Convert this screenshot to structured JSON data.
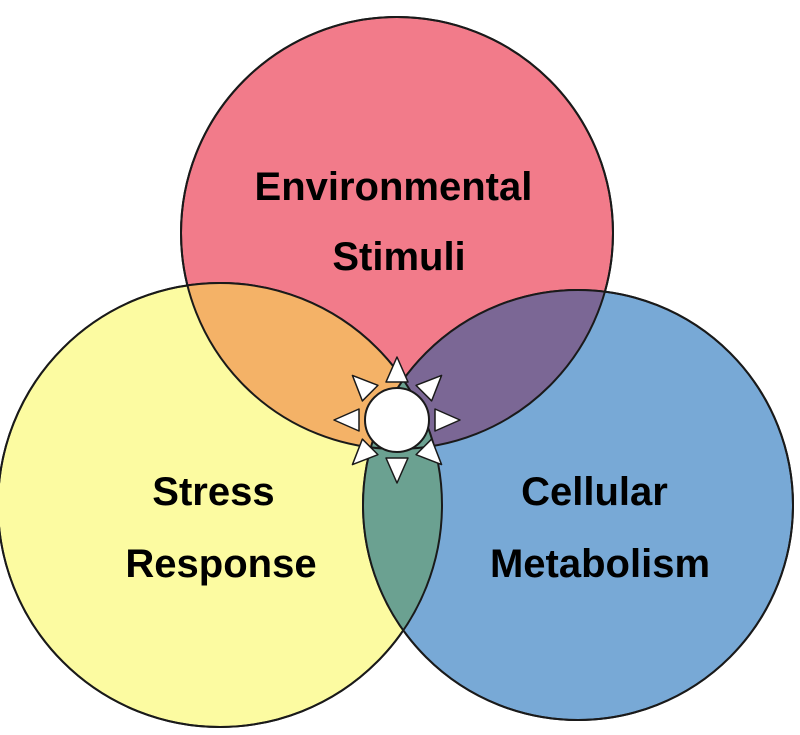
{
  "diagram": {
    "sets": [
      {
        "id": "environmental-stimuli",
        "lines": [
          "Environmental",
          "Stimuli"
        ],
        "color": "#f27b8a"
      },
      {
        "id": "stress-response",
        "lines": [
          "Stress",
          "Response"
        ],
        "color": "#fcfba1"
      },
      {
        "id": "cellular-metabolism",
        "lines": [
          "Cellular",
          "Metabolism"
        ],
        "color": "#78a9d6"
      }
    ],
    "overlaps": {
      "environmental_stress": "#f4b267",
      "environmental_metabolism": "#7b6795",
      "stress_metabolism": "#6ba191"
    },
    "center": {
      "fill": "#ffffff",
      "arrow_fill": "#ffffff",
      "arrow_count": 8
    }
  }
}
